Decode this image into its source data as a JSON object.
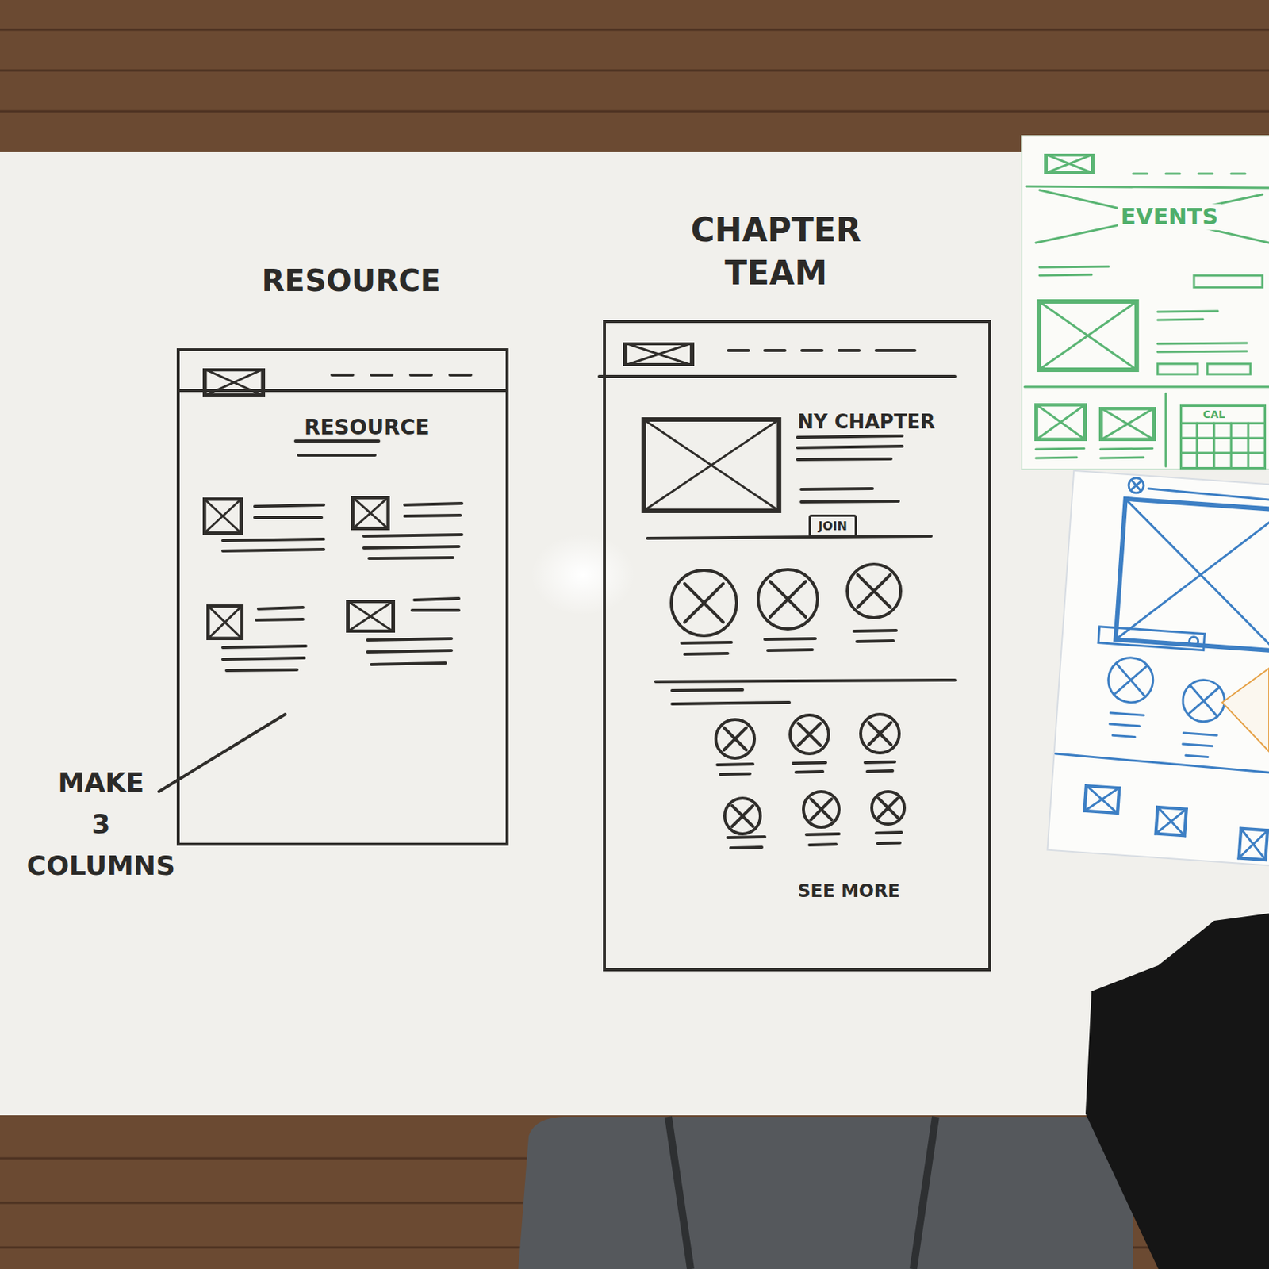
{
  "diagram": {
    "nodes": [
      {
        "text": [
          "RESOURCE",
          "RESOURCE"
        ]
      },
      {
        "text": [
          "CHAPTER TEAM",
          "NY CHAPTER",
          "SEE MORE"
        ]
      },
      {
        "text": [
          "JOIN"
        ],
        "in": 1
      },
      {
        "text": [
          "EVENTS"
        ]
      },
      {
        "text": [
          "CAL"
        ],
        "in": 3
      }
    ],
    "labels": [
      "MAKE 3 COLUMNS"
    ]
  }
}
